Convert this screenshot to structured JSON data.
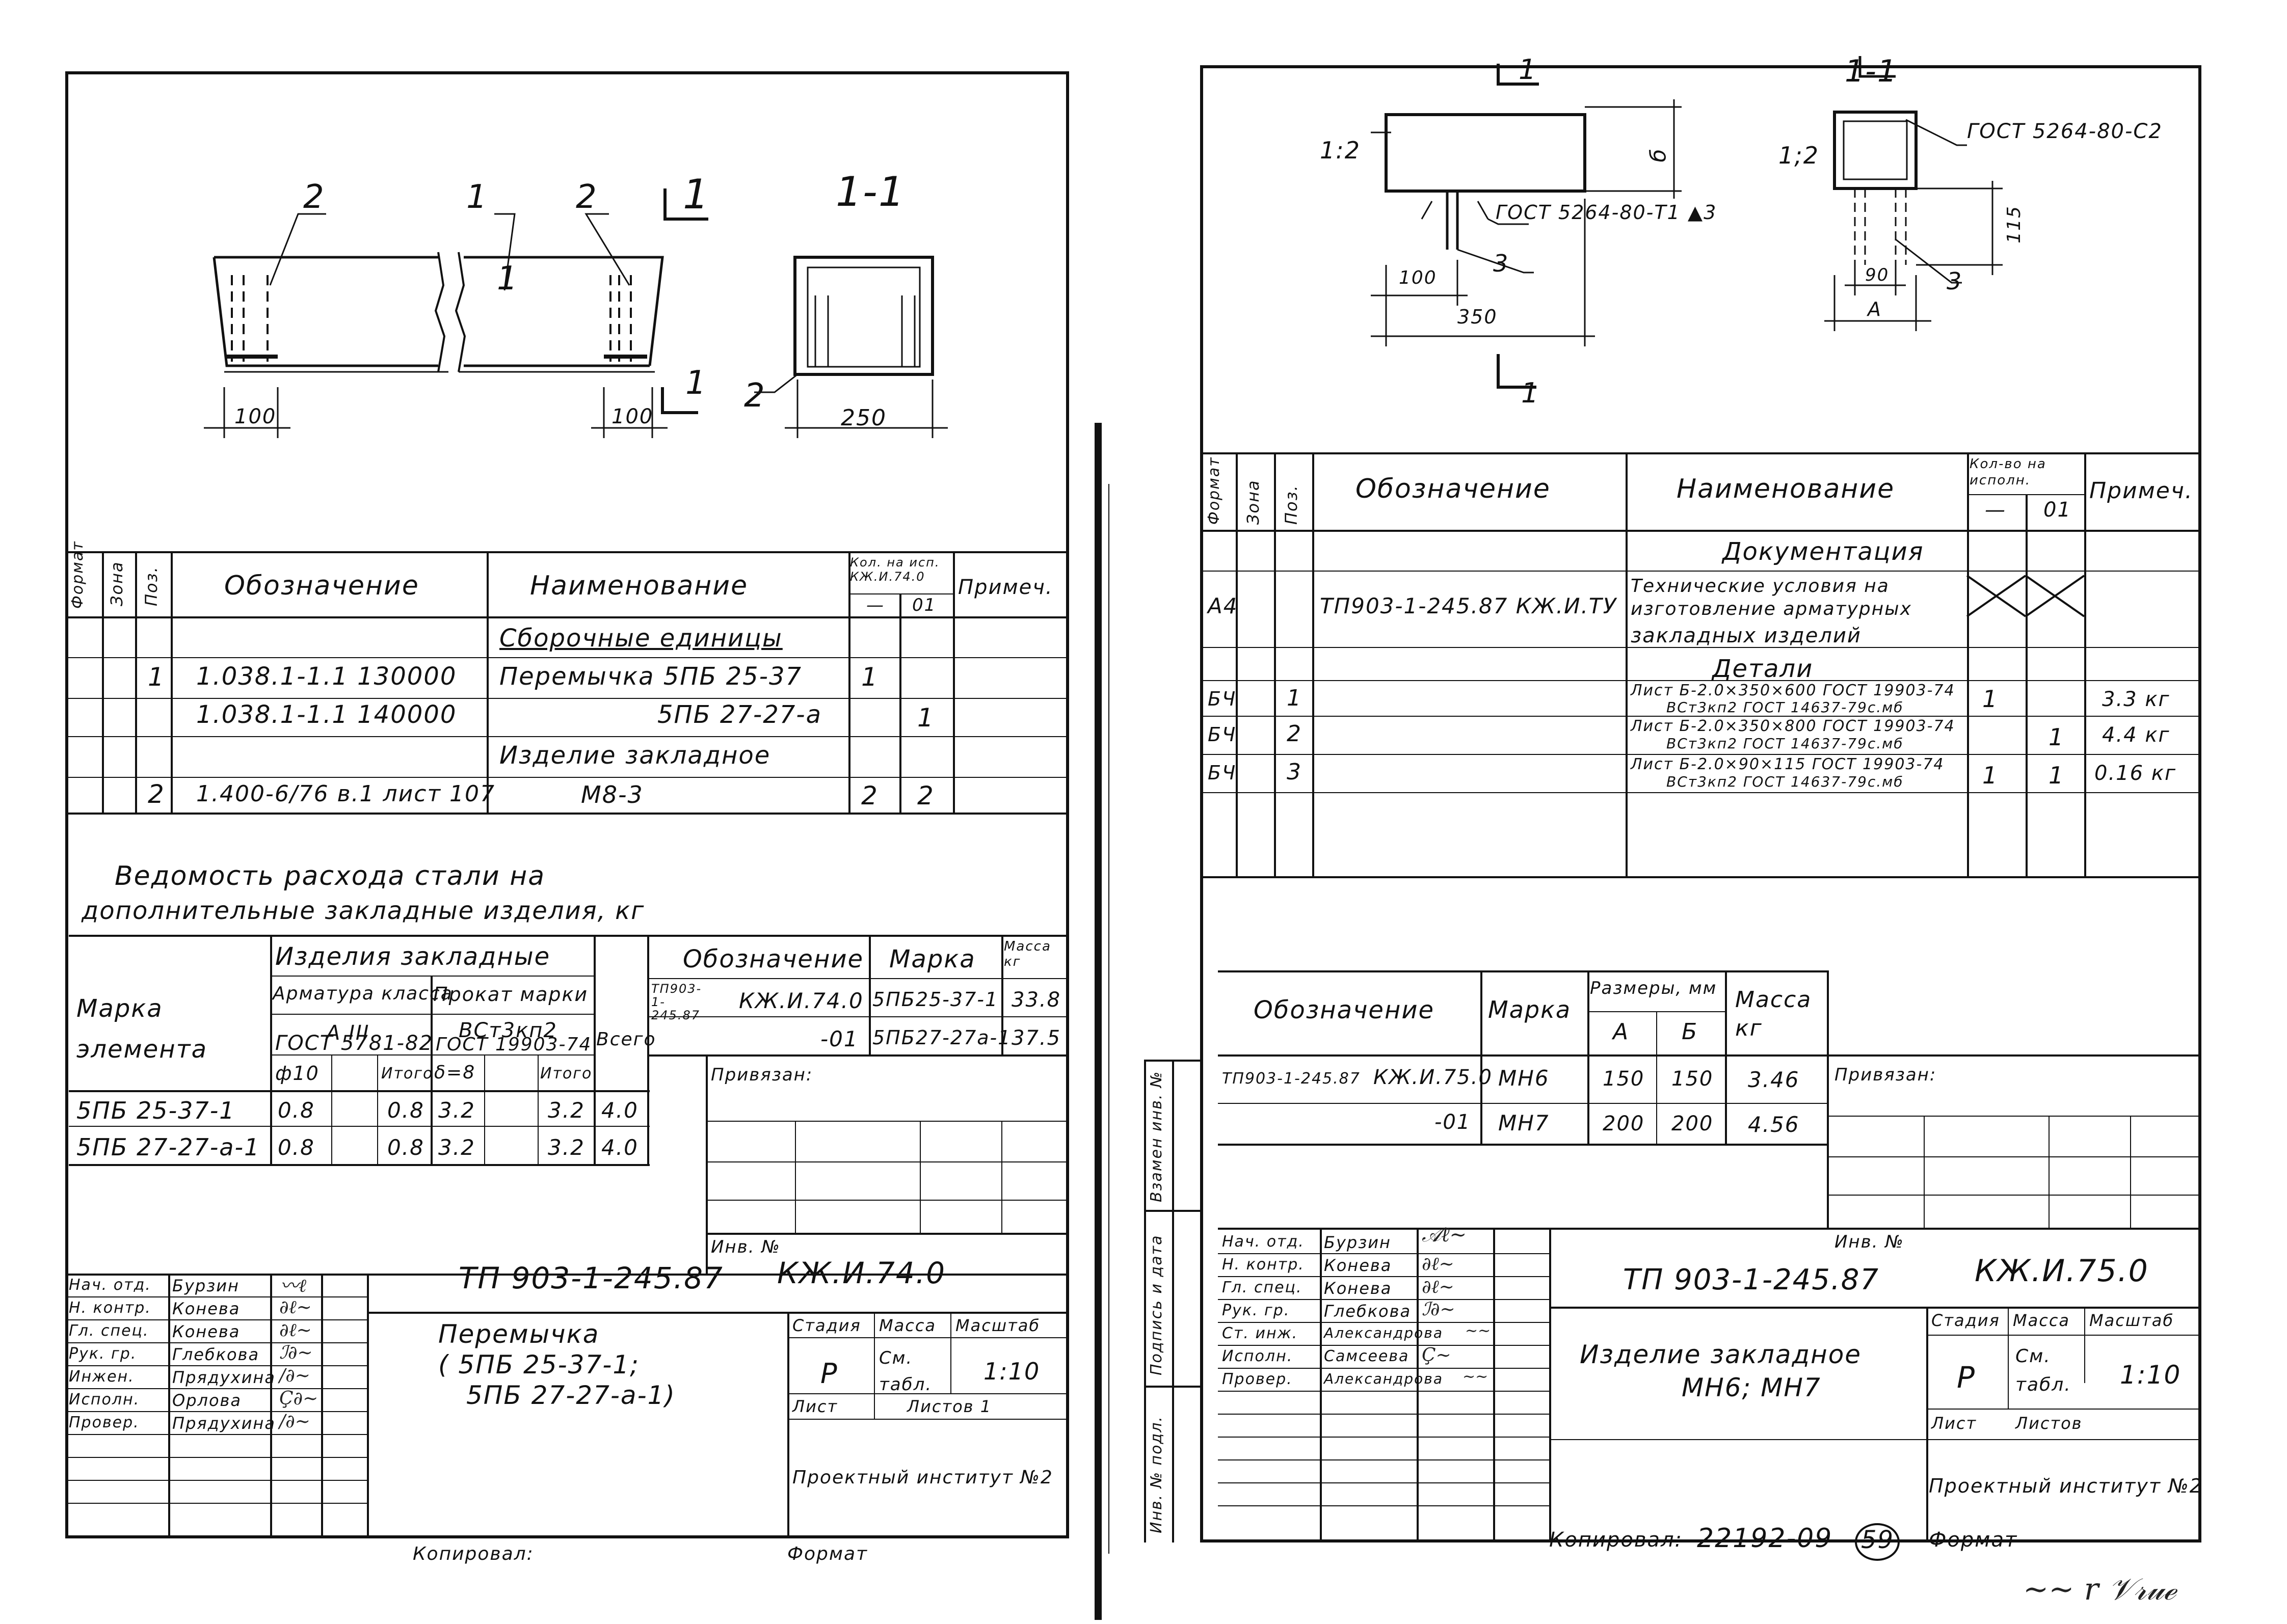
{
  "left": {
    "section_marker": "1",
    "section_title": "1-1",
    "labels": {
      "pos1": "1",
      "pos2a": "2",
      "pos2b": "2",
      "pos2c": "2"
    },
    "dims": {
      "d100a": "100",
      "d100b": "100",
      "d250": "250"
    },
    "spec": {
      "hdr": {
        "format": "Формат",
        "zone": "Зона",
        "pos": "Поз.",
        "designation": "Обозначение",
        "name": "Наименование",
        "qty": "Кол. на исп. КЖ.И.74.0",
        "qty_a": "—",
        "qty_b": "01",
        "note": "Примеч."
      },
      "rows": [
        {
          "pos": "",
          "designation": "",
          "name": "Сборочные единицы",
          "qa": "",
          "qb": ""
        },
        {
          "pos": "1",
          "designation": "1.038.1-1.1 130000",
          "name": "Перемычка 5ПБ 25-37",
          "qa": "1",
          "qb": ""
        },
        {
          "pos": "",
          "designation": "1.038.1-1.1 140000",
          "name": "5ПБ 27-27-а",
          "qa": "",
          "qb": "1"
        },
        {
          "pos": "",
          "designation": "",
          "name": "Изделие закладное",
          "qa": "",
          "qb": ""
        },
        {
          "pos": "2",
          "designation": "1.400-6/76 в.1 лист 107",
          "name": "М8-3",
          "qa": "2",
          "qb": "2"
        }
      ]
    },
    "steel_title_1": "Ведомость расхода стали на",
    "steel_title_2": "дополнительные закладные изделия, кг",
    "steel": {
      "col_mark": "Марка элемента",
      "embedded": "Изделия закладные",
      "rebar": "Арматура класса",
      "rebar_cls": "А III",
      "rebar_gost": "ГОСТ 5781-82",
      "profile": "Прокат марки",
      "profile_mark": "ВСт3кп2",
      "profile_gost": "ГОСТ 19903-74",
      "phi10": "ф10",
      "total1": "Итого",
      "delta8": "δ=8",
      "total2": "Итого",
      "grand": "Всего",
      "rows": [
        {
          "mark": "5ПБ 25-37-1",
          "a": "0.8",
          "b": "0.8",
          "c": "3.2",
          "d": "3.2",
          "e": "4.0"
        },
        {
          "mark": "5ПБ 27-27-а-1",
          "a": "0.8",
          "b": "0.8",
          "c": "3.2",
          "d": "3.2",
          "e": "4.0"
        }
      ]
    },
    "mass": {
      "hdr_des": "Обозначение",
      "hdr_mark": "Марка",
      "hdr_mass": "Масса кг",
      "rows": [
        {
          "des1": "ТП903-1-245.87",
          "des2": "КЖ.И.74.0",
          "mark": "5ПБ25-37-1",
          "mass": "33.8"
        },
        {
          "des1": "",
          "des2": "-01",
          "mark": "5ПБ27-27а-1",
          "mass": "37.5"
        }
      ]
    },
    "binding": "Привязан:",
    "inv_no": "Инв. №",
    "stamp": {
      "roles": [
        "Нач. отд.",
        "Н. контр.",
        "Гл. спец.",
        "Рук. гр.",
        "Инжен.",
        "Исполн.",
        "Провер."
      ],
      "names": [
        "Бурзин",
        "Конева",
        "Конева",
        "Глебкова",
        "Прядухина",
        "Орлова",
        "Прядухина"
      ],
      "code": "ТП 903-1-245.87",
      "sheet_code": "КЖ.И.74.0",
      "title_1": "Перемычка",
      "title_2": "( 5ПБ 25-37-1;",
      "title_3": "5ПБ 27-27-а-1)",
      "stage_h": "Стадия",
      "mass_h": "Масса",
      "scale_h": "Масштаб",
      "stage": "Р",
      "mass": "См. табл.",
      "scale": "1:10",
      "sheet_h": "Лист",
      "sheets_h": "Листов 1",
      "org": "Проектный институт №2"
    },
    "copied": "Копировал:",
    "format": "Формат"
  },
  "right": {
    "labels": {
      "sec1": "1",
      "sec2": "1",
      "sec_title": "1-1",
      "n12a": "1:2",
      "n12b": "1;2",
      "n3a": "3",
      "n3b": "3"
    },
    "gost_weld1": "ГОСТ 5264-80-Т1 ▲3",
    "gost_weld2": "ГОСТ 5264-80-С2",
    "dims": {
      "d6": "б",
      "d100": "100",
      "d350": "350",
      "d115": "115",
      "d90": "90",
      "dA": "А"
    },
    "spec": {
      "hdr": {
        "format": "Формат",
        "zone": "Зона",
        "pos": "Поз.",
        "designation": "Обозначение",
        "name": "Наименование",
        "qty": "Кол-во на исполн.",
        "qty_a": "—",
        "qty_b": "01",
        "note": "Примеч."
      },
      "doc_header": "Документация",
      "doc_row": {
        "fmt": "А4",
        "designation": "ТП903-1-245.87 КЖ.И.ТУ",
        "name1": "Технические условия на",
        "name2": "изготовление арматурных",
        "name3": "закладных изделий"
      },
      "details_header": "Детали",
      "rows": [
        {
          "fmt": "БЧ",
          "pos": "1",
          "name1": "Лист Б-2.0×350×600 ГОСТ 19903-74",
          "name2": "ВСт3кп2 ГОСТ 14637-79с.мб",
          "qa": "1",
          "qb": "",
          "note": "3.3 кг"
        },
        {
          "fmt": "БЧ",
          "pos": "2",
          "name1": "Лист Б-2.0×350×800 ГОСТ 19903-74",
          "name2": "ВСт3кп2 ГОСТ 14637-79с.мб",
          "qa": "",
          "qb": "1",
          "note": "4.4 кг"
        },
        {
          "fmt": "БЧ",
          "pos": "3",
          "name1": "Лист Б-2.0×90×115 ГОСТ 19903-74",
          "name2": "ВСт3кп2 ГОСТ 14637-79с.мб",
          "qa": "1",
          "qb": "1",
          "note": "0.16 кг"
        }
      ]
    },
    "dims_table": {
      "hdr_des": "Обозначение",
      "hdr_mark": "Марка",
      "hdr_size": "Размеры, мм",
      "hdr_a": "А",
      "hdr_b": "Б",
      "hdr_mass": "Масса кг",
      "rows": [
        {
          "des1": "ТП903-1-245.87",
          "des2": "КЖ.И.75.0",
          "mark": "МН6",
          "a": "150",
          "b": "150",
          "mass": "3.46"
        },
        {
          "des1": "",
          "des2": "-01",
          "mark": "МН7",
          "a": "200",
          "b": "200",
          "mass": "4.56"
        }
      ]
    },
    "binding": "Привязан:",
    "inv_no": "Инв. №",
    "side": {
      "s1": "Взамен инв. №",
      "s2": "Подпись и дата",
      "s3": "Инв. № подл."
    },
    "stamp": {
      "roles": [
        "Нач. отд.",
        "Н. контр.",
        "Гл. спец.",
        "Рук. гр.",
        "Ст. инж.",
        "Исполн.",
        "Провер."
      ],
      "names": [
        "Бурзин",
        "Конева",
        "Конева",
        "Глебкова",
        "Александрова",
        "Самсеева",
        "Александрова"
      ],
      "code": "ТП 903-1-245.87",
      "sheet_code": "КЖ.И.75.0",
      "title_1": "Изделие закладное",
      "title_2": "МН6; МН7",
      "stage_h": "Стадия",
      "mass_h": "Масса",
      "scale_h": "Масштаб",
      "stage": "Р",
      "mass": "См. табл.",
      "scale": "1:10",
      "sheet_h": "Лист",
      "sheets_h": "Листов",
      "org": "Проектный институт №2"
    },
    "copied": "Копировал:",
    "copy_no": "22192-09",
    "page_no": "59",
    "format": "Формат"
  }
}
